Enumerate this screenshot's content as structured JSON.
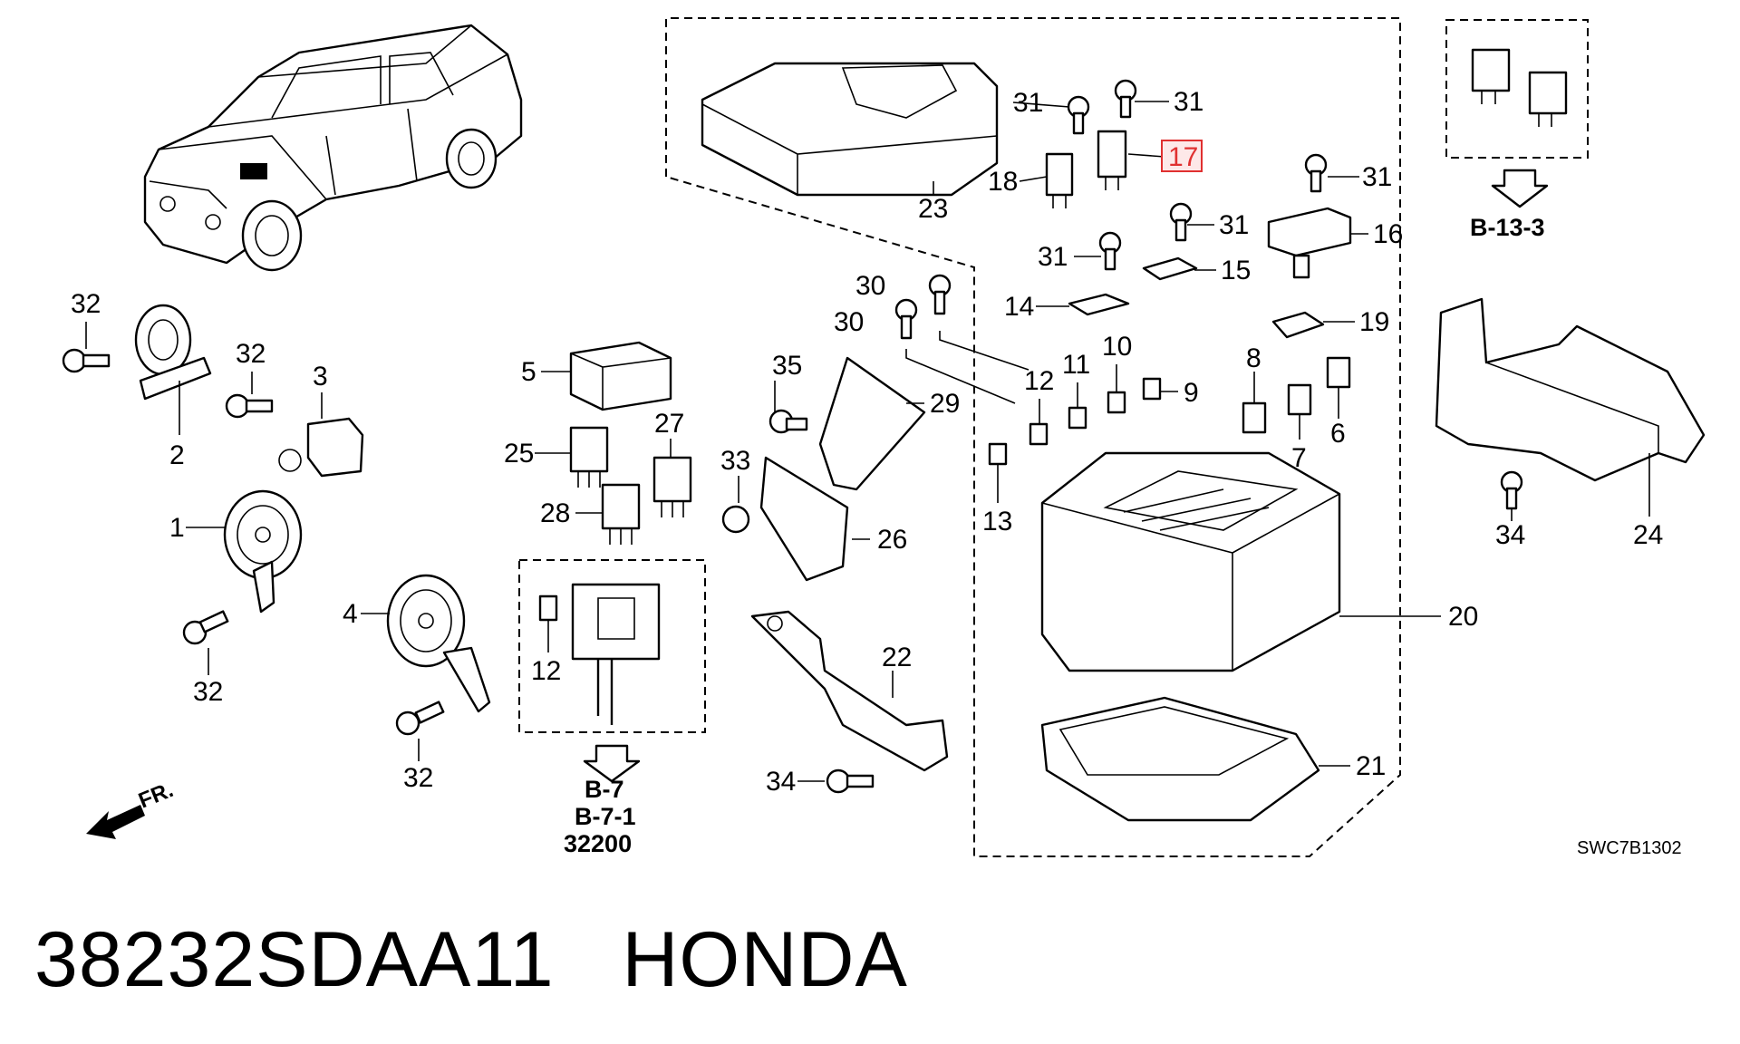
{
  "diagram_code": "SWC7B1302",
  "part_number": "38232SDAA11",
  "brand": "HONDA",
  "front_marker": "FR.",
  "highlighted_part": "17",
  "highlight_color": "#e03030",
  "section_refs": {
    "relay_box": "B-13-3",
    "harness_a": "B-7",
    "harness_b": "B-7-1",
    "harness_c": "32200"
  },
  "callouts": {
    "c1": "1",
    "c2": "2",
    "c3": "3",
    "c4": "4",
    "c5": "5",
    "c6": "6",
    "c7": "7",
    "c8": "8",
    "c9": "9",
    "c10": "10",
    "c11": "11",
    "c12a": "12",
    "c12b": "12",
    "c13": "13",
    "c14": "14",
    "c15": "15",
    "c16": "16",
    "c17": "17",
    "c18": "18",
    "c19": "19",
    "c20": "20",
    "c21": "21",
    "c22": "22",
    "c23": "23",
    "c24": "24",
    "c25": "25",
    "c26": "26",
    "c27": "27",
    "c28": "28",
    "c29": "29",
    "c30a": "30",
    "c30b": "30",
    "c31a": "31",
    "c31b": "31",
    "c31c": "31",
    "c31d": "31",
    "c31e": "31",
    "c32a": "32",
    "c32b": "32",
    "c32c": "32",
    "c32d": "32",
    "c33": "33",
    "c34a": "34",
    "c34b": "34",
    "c35": "35"
  }
}
